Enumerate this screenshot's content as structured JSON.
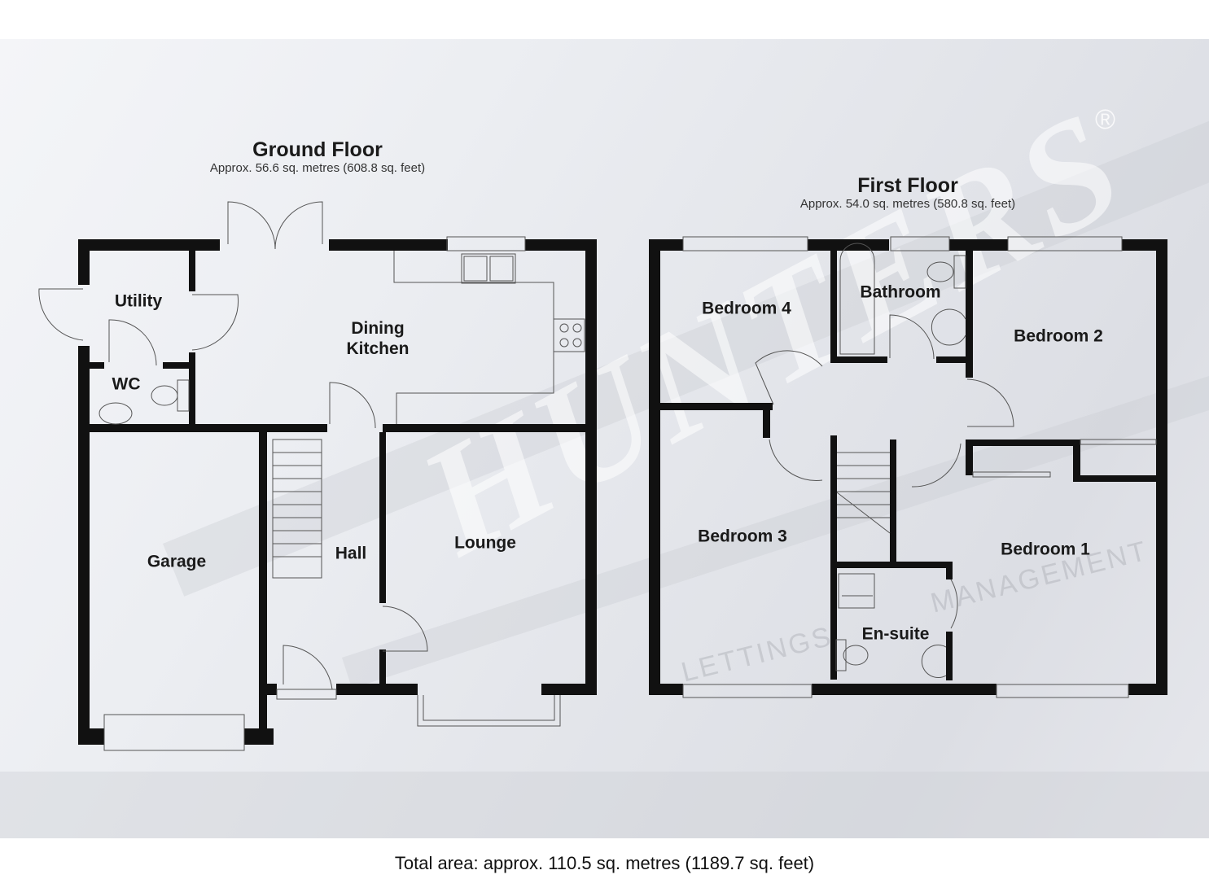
{
  "ground_floor": {
    "title": "Ground Floor",
    "area": "Approx. 56.6 sq. metres (608.8 sq. feet)",
    "rooms": {
      "utility": "Utility",
      "wc": "WC",
      "dining_kitchen_line1": "Dining",
      "dining_kitchen_line2": "Kitchen",
      "garage": "Garage",
      "hall": "Hall",
      "lounge": "Lounge"
    }
  },
  "first_floor": {
    "title": "First Floor",
    "area": "Approx. 54.0 sq. metres (580.8 sq. feet)",
    "rooms": {
      "bedroom4": "Bedroom 4",
      "bathroom": "Bathroom",
      "bedroom2": "Bedroom 2",
      "bedroom3": "Bedroom 3",
      "bedroom1": "Bedroom 1",
      "ensuite": "En-suite"
    }
  },
  "watermark": {
    "brand": "HUNTERS",
    "registered": "®",
    "lettings": "LETTINGS",
    "management": "MANAGEMENT"
  },
  "total_area": "Total area: approx. 110.5 sq. metres (1189.7 sq. feet)",
  "colors": {
    "wall": "#111111",
    "fixture_line": "#555555",
    "background": "#e8e9ed"
  }
}
